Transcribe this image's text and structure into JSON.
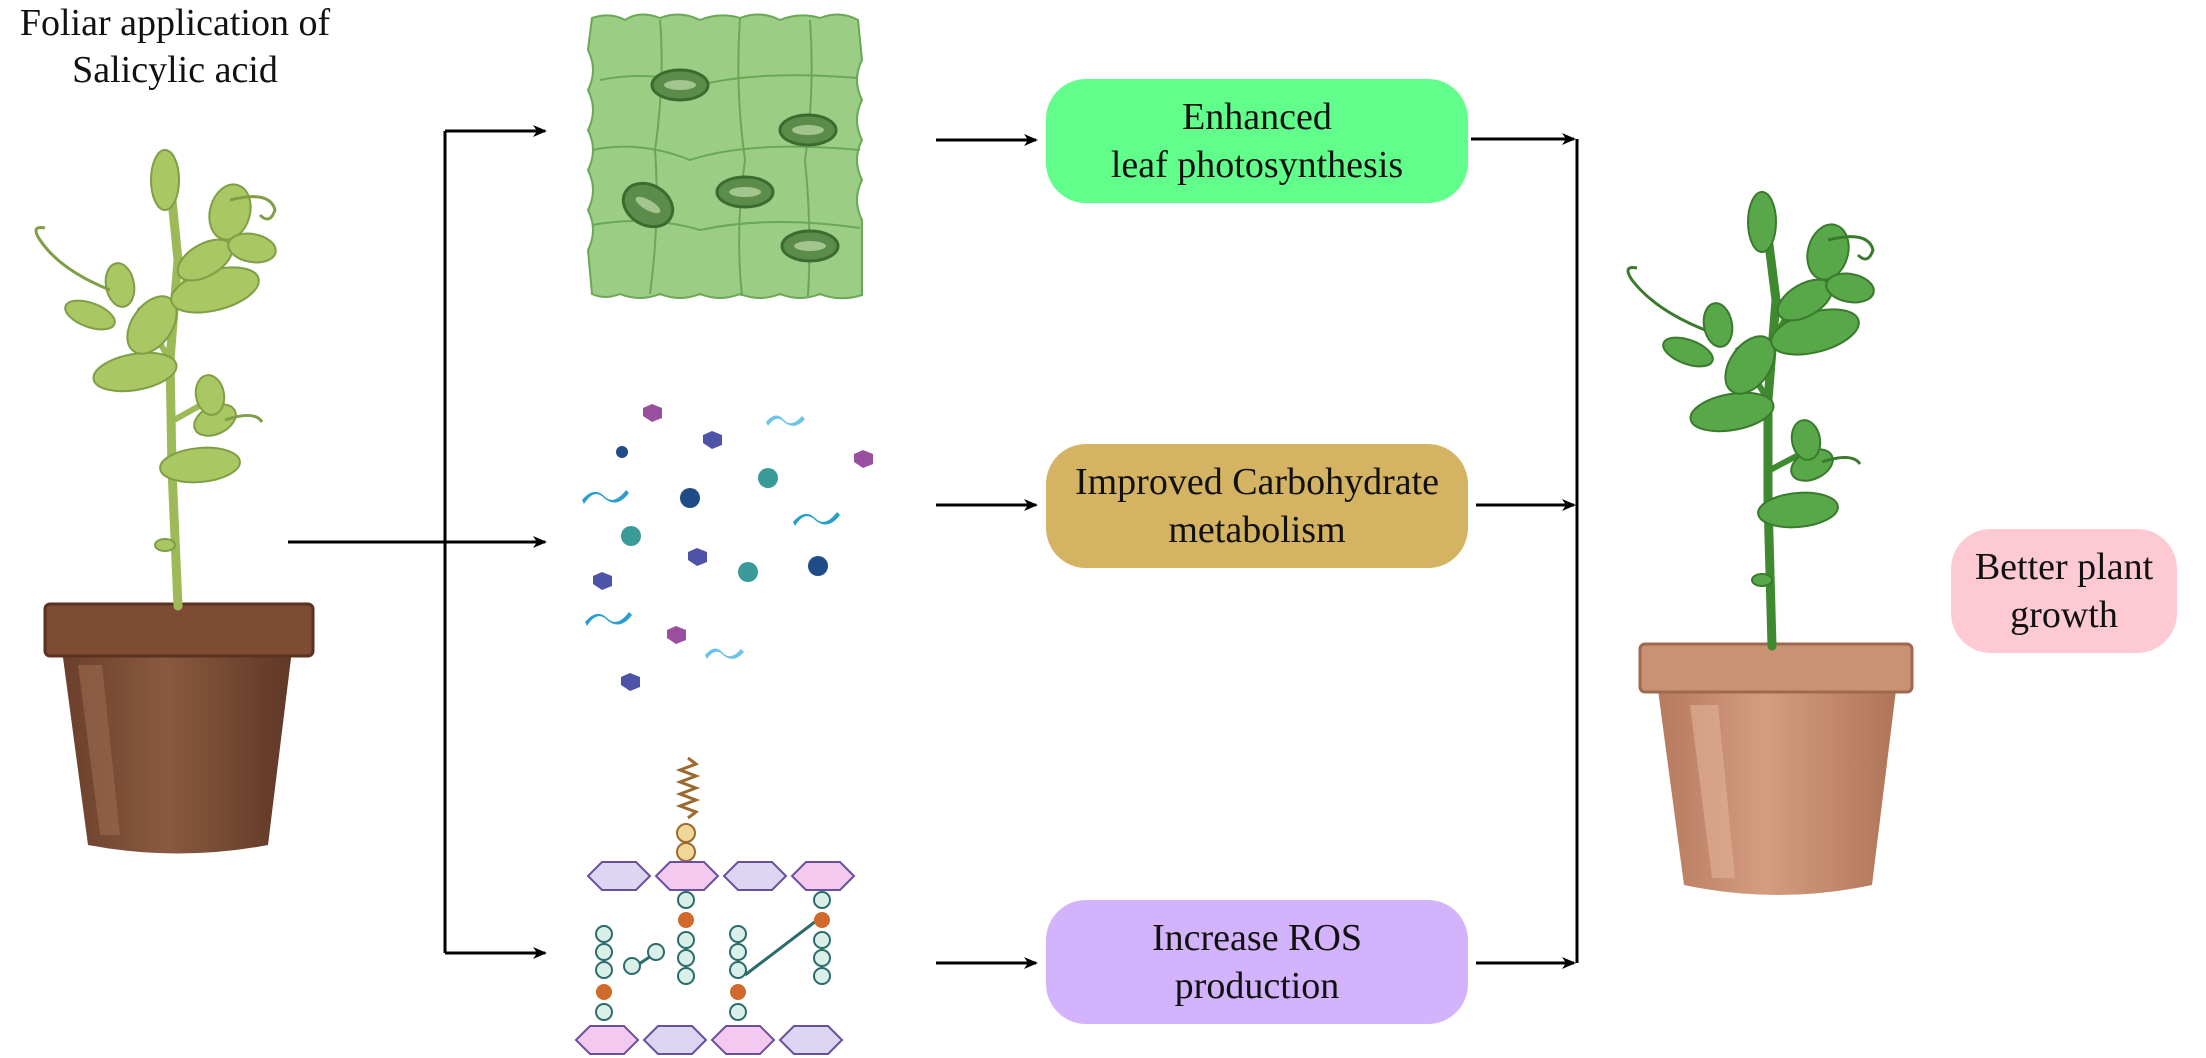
{
  "source_label": {
    "line1": "Foliar application of",
    "line2": "Salicylic acid"
  },
  "effects": [
    {
      "line1": "Enhanced",
      "line2": "leaf photosynthesis",
      "color": "#62fe8b"
    },
    {
      "line1": "Improved Carbohydrate",
      "line2": "metabolism",
      "color": "#d4b462"
    },
    {
      "line1": "Increase ROS",
      "line2": "production",
      "color": "#d4b3fd"
    }
  ],
  "outcome": {
    "line1": "Better plant",
    "line2": "growth",
    "color": "#fdc9d3"
  },
  "colors": {
    "arrow": "#000000",
    "pot_before": "#7b4a33",
    "pot_after": "#c58d70",
    "plant_before": "#a6c55e",
    "plant_after": "#4f9a3e"
  }
}
